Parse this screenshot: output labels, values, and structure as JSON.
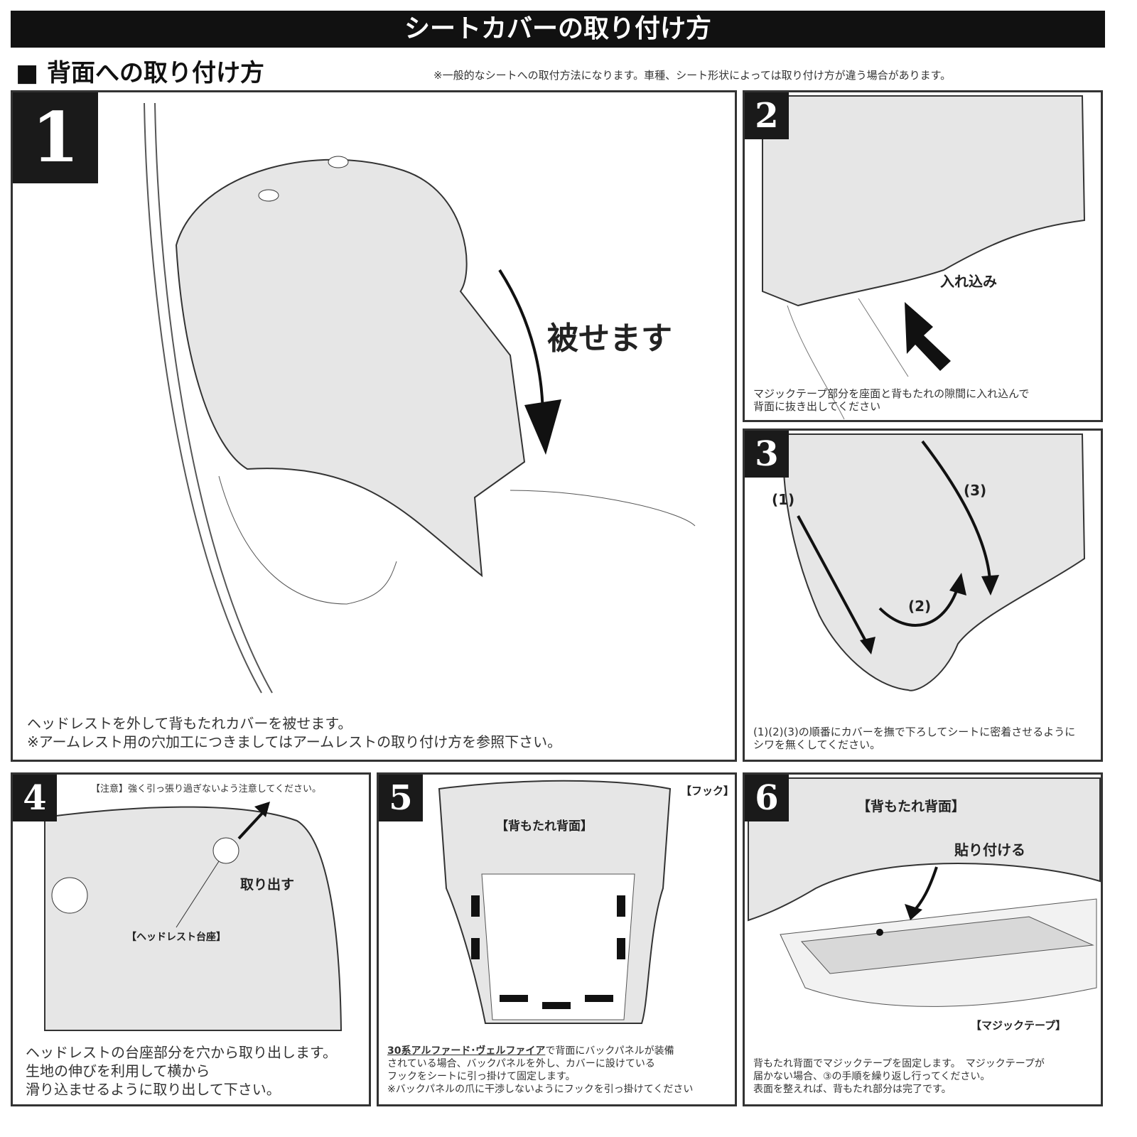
{
  "title": "シートカバーの取り付け方",
  "subtitle": "■ 背面への取り付け方",
  "note": "※一般的なシートへの取付方法になります。車種、シート形状によっては取り付け方が違う場合があります。",
  "steps": [
    {
      "num": "1",
      "action": "被せます",
      "caption_lines": [
        "ヘッドレストを外して背もたれカバーを被せます。",
        "※アームレスト用の穴加工につきましてはアームレストの取り付け方を参照下さい。"
      ]
    },
    {
      "num": "2",
      "action": "入れ込み",
      "caption_lines": [
        "マジックテープ部分を座面と背もたれの隙間に入れ込んで",
        "背面に抜き出してください"
      ]
    },
    {
      "num": "3",
      "labels": [
        "(1)",
        "(2)",
        "(3)"
      ],
      "caption_lines": [
        "(1)(2)(3)の順番にカバーを撫で下ろしてシートに密着させるように",
        "シワを無くしてください。"
      ]
    },
    {
      "num": "4",
      "warning": "【注意】強く引っ張り過ぎないよう注意してください。",
      "action": "取り出す",
      "part": "【ヘッドレスト台座】",
      "caption_lines": [
        "ヘッドレストの台座部分を穴から取り出します。",
        "生地の伸びを利用して横から",
        "滑り込ませるように取り出して下さい。"
      ]
    },
    {
      "num": "5",
      "hook": "【フック】",
      "area": "【背もたれ背面】",
      "highlight": "30系アルファード･ヴェルファイア",
      "caption_lines": [
        "で背面にバックパネルが装備",
        "されている場合、バックパネルを外し、カバーに設けている",
        "フックをシートに引っ掛けて固定します。",
        "※バックパネルの爪に干渉しないようにフックを引っ掛けてください"
      ]
    },
    {
      "num": "6",
      "area": "【背もたれ背面】",
      "action": "貼り付ける",
      "part": "【マジックテープ】",
      "caption_lines": [
        "背もたれ背面でマジックテープを固定します。　マジックテープが",
        "届かない場合、③の手順を繰り返し行ってください。",
        "表面を整えれば、背もたれ部分は完了です。"
      ]
    }
  ]
}
